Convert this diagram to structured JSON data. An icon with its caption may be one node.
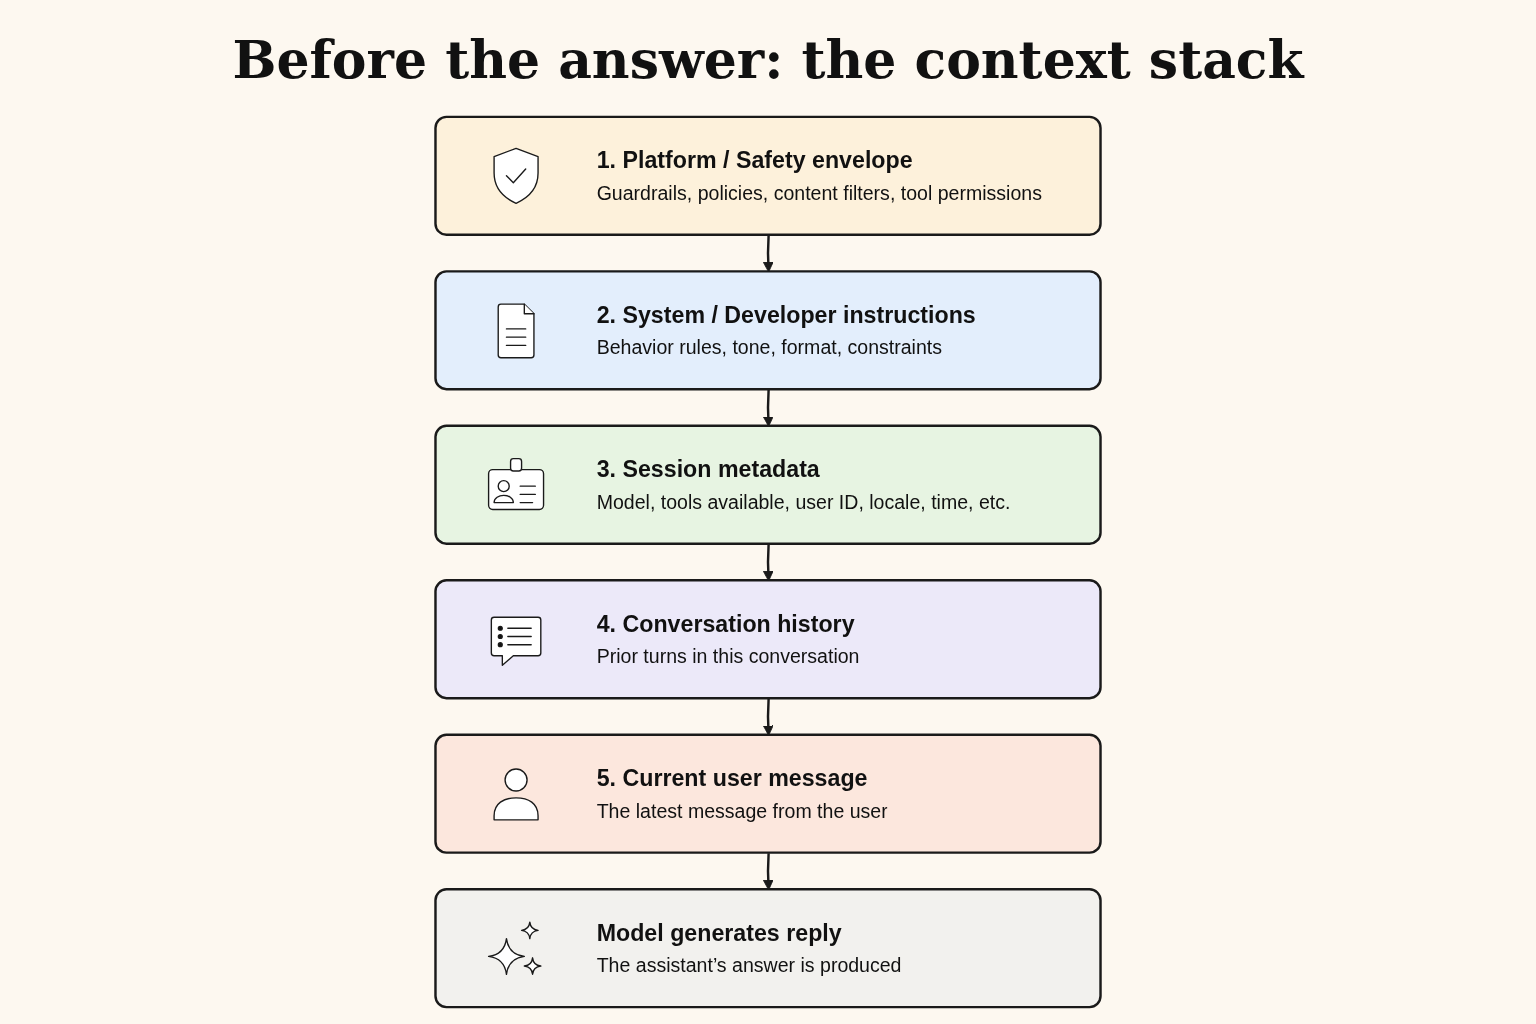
{
  "diagram": {
    "title": "Before the answer: the context stack",
    "nodes": [
      {
        "text": [
          "1. Platform / Safety envelope",
          "Guardrails, policies, content filters, tool permissions"
        ]
      },
      {
        "text": [
          "2. System / Developer instructions",
          "Behavior rules, tone, format, constraints"
        ]
      },
      {
        "text": [
          "3. Session metadata",
          "Model, tools available, user ID, locale, time, etc."
        ]
      },
      {
        "text": [
          "4. Conversation history",
          "Prior turns in this conversation"
        ]
      },
      {
        "text": [
          "5. Current user message",
          "The latest message from the user"
        ]
      },
      {
        "text": [
          "Model generates reply",
          "The assistant’s answer is produced"
        ]
      }
    ],
    "edges": [
      {
        "from": 0,
        "to": 1,
        "arrow": "to"
      },
      {
        "from": 1,
        "to": 2,
        "arrow": "to"
      },
      {
        "from": 2,
        "to": 3,
        "arrow": "to"
      },
      {
        "from": 3,
        "to": 4,
        "arrow": "to"
      },
      {
        "from": 4,
        "to": 5,
        "arrow": "to"
      }
    ]
  }
}
